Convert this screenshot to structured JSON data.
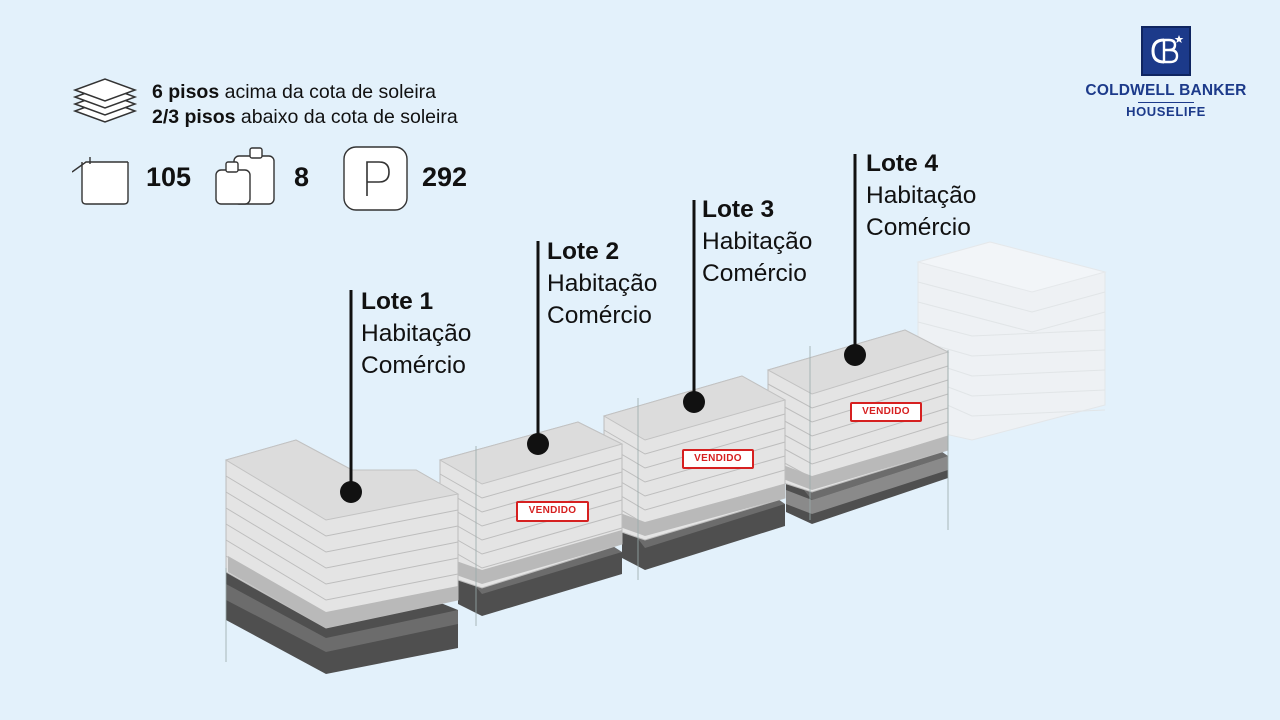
{
  "summary": {
    "floors_above_bold": "6 pisos",
    "floors_above_text": " acima da cota de soleira",
    "floors_below_bold": "2/3 pisos",
    "floors_below_text": " abaixo da cota de soleira",
    "units_value": "105",
    "shops_value": "8",
    "parking_value": "292",
    "icons": [
      "floors-stack-icon",
      "house-icon",
      "shops-icon",
      "parking-icon"
    ]
  },
  "logo": {
    "line1": "COLDWELL BANKER",
    "line2": "HOUSELIFE",
    "brand_color": "#1c3a8a"
  },
  "lots": [
    {
      "name": "Lote 1",
      "use1": "Habitação",
      "use2": "Comércio",
      "sold": false
    },
    {
      "name": "Lote 2",
      "use1": "Habitação",
      "use2": "Comércio",
      "sold": true
    },
    {
      "name": "Lote 3",
      "use1": "Habitação",
      "use2": "Comércio",
      "sold": true
    },
    {
      "name": "Lote 4",
      "use1": "Habitação",
      "use2": "Comércio",
      "sold": true
    }
  ],
  "sold_label": "VENDIDO",
  "colors": {
    "background": "#e3f1fb",
    "sold_red": "#d62020",
    "building_light": "#e6e6e6",
    "building_dark": "#6b6b6b"
  }
}
